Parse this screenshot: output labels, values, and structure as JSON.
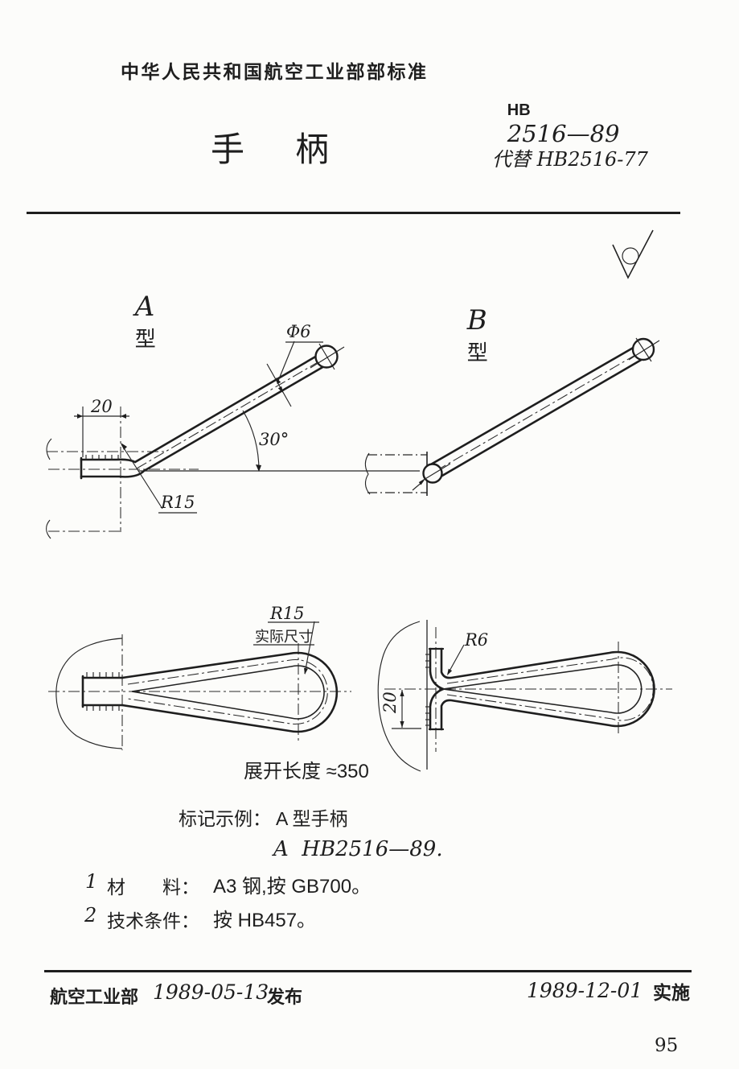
{
  "header": {
    "org_standard": "中华人民共和国航空工业部部标准",
    "standard_no_prefix": "HB",
    "standard_no_value": "2516—89",
    "title": "手柄",
    "replaces": "代替 HB2516-77"
  },
  "drawing_a": {
    "label_letter": "A",
    "label_type": "型",
    "dim_diameter": "Φ6",
    "dim_offset": "20",
    "dim_angle": "30°",
    "dim_radius": "R15"
  },
  "drawing_b": {
    "label_letter": "B",
    "label_type": "型"
  },
  "top_view_a": {
    "dim_radius": "R15",
    "actual_size_note": "实际尺寸",
    "developed_length": "展开长度 ≈350"
  },
  "top_view_b": {
    "dim_radius": "R6",
    "dim_flange": "20"
  },
  "notes": {
    "marking_label": "标记示例：",
    "marking_example": "A 型手柄",
    "marking_code": "A  HB2516—89.",
    "items": [
      {
        "no": "1",
        "label": "材　　料：",
        "value": "A3 钢,按 GB700。"
      },
      {
        "no": "2",
        "label": "技术条件：",
        "value": "按 HB457。"
      }
    ]
  },
  "footer": {
    "issuer": "航空工业部",
    "issue_date": "1989-05-13",
    "issue_action": "发布",
    "implement_date": "1989-12-01",
    "implement_action": "实施",
    "page_number": "95"
  },
  "colors": {
    "ink": "#1e1e1e",
    "paper": "#fcfcfa"
  }
}
